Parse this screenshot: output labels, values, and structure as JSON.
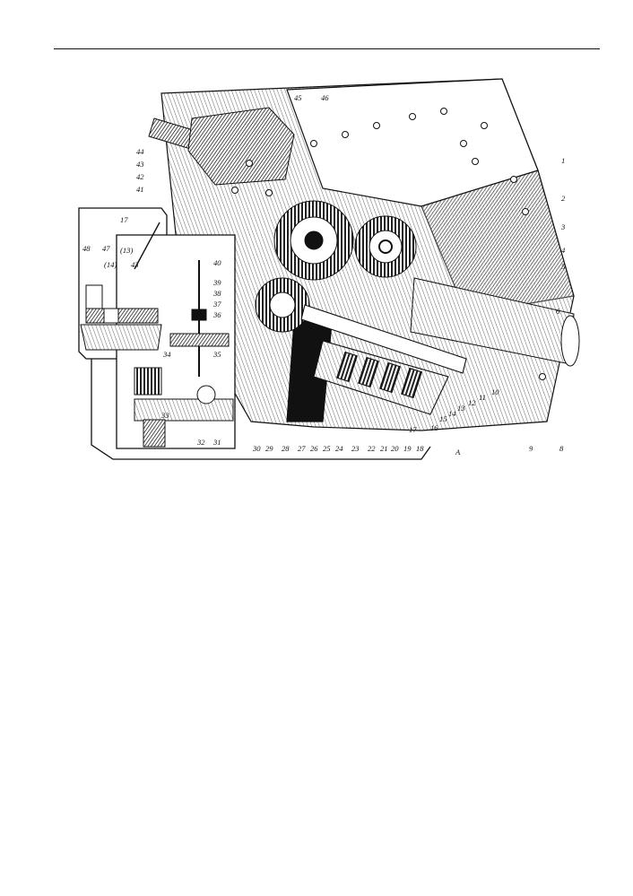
{
  "page": {
    "background": "#ffffff",
    "ink": "#111111"
  },
  "figure": {
    "callouts_top": [
      "45",
      "46"
    ],
    "callouts_left": [
      "44",
      "43",
      "42",
      "41"
    ],
    "callouts_right": [
      "1",
      "2",
      "3",
      "4",
      "5",
      "6"
    ],
    "callouts_bottom_right": [
      "10",
      "11",
      "12",
      "13",
      "14",
      "15",
      "16",
      "A",
      "9",
      "8"
    ],
    "callouts_bottom": [
      "30",
      "29",
      "28",
      "27",
      "26",
      "25",
      "24",
      "23",
      "22",
      "21",
      "20",
      "19",
      "18",
      "17"
    ],
    "inset1_callouts": [
      "17",
      "48",
      "47",
      "(14)",
      "(13)",
      "43"
    ],
    "inset2_callouts": [
      "40",
      "39",
      "38",
      "37",
      "36",
      "35",
      "34",
      "33",
      "32",
      "31"
    ]
  }
}
